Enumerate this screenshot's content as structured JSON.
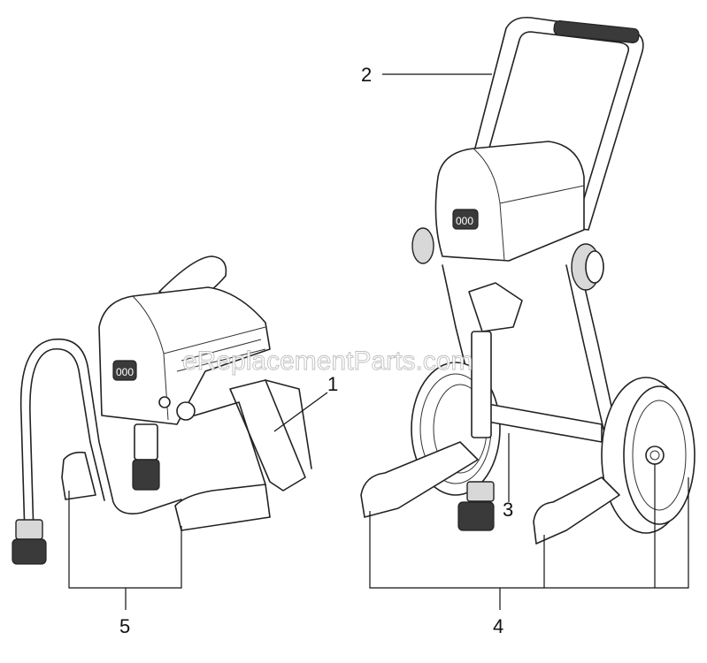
{
  "callouts": {
    "c1": "1",
    "c2": "2",
    "c3": "3",
    "c4": "4",
    "c5": "5"
  },
  "watermark": "eReplacementParts.com",
  "logo_text": "000"
}
